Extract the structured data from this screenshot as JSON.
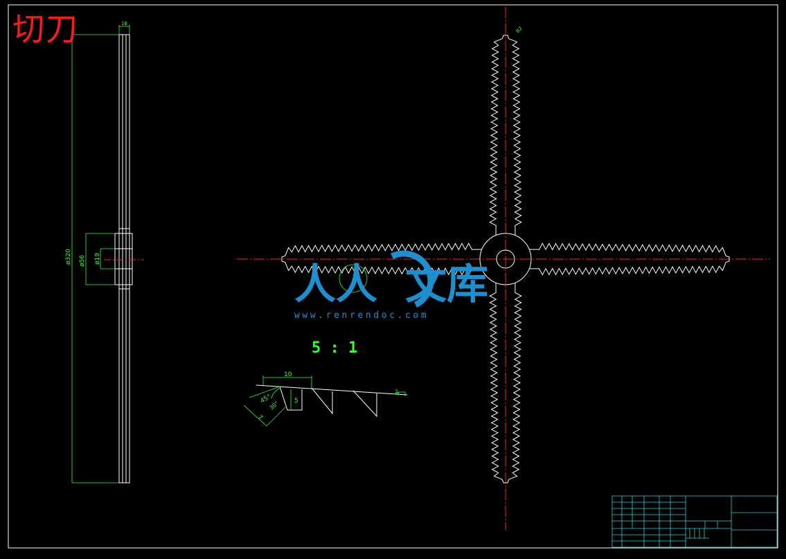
{
  "title": "切刀",
  "scale_label": "5 : 1",
  "watermark": {
    "text_left": "人人",
    "text_right": "文库",
    "url": "www.renrendoc.com"
  },
  "dimensions": {
    "width_top": "18",
    "dia_320": "ø320",
    "dia_56": "ø56",
    "dia_19": "ø19",
    "detail_10": "10",
    "detail_45deg": "45°",
    "detail_5": "5",
    "detail_7": "7",
    "detail_30": "30°",
    "detail_4deg": "4°",
    "tip_r": "R2"
  },
  "colors": {
    "background": "#000000",
    "outline": "#ffffff",
    "dimension": "#33ff33",
    "centerline": "#ff2020",
    "title": "#ff1a1a",
    "frame_cyan": "#27d3d3",
    "watermark": "#1d8fcf"
  }
}
